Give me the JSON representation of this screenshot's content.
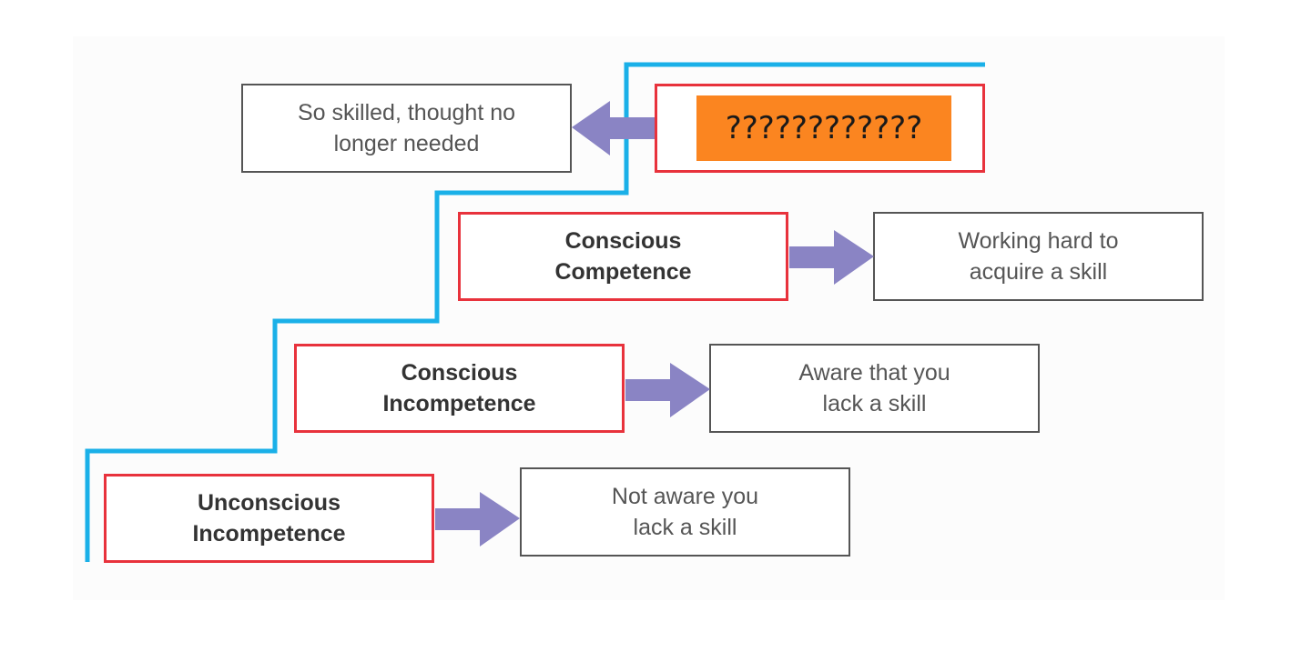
{
  "colors": {
    "stair_line": "#1ab0e8",
    "stage_border": "#e8323c",
    "desc_border": "#555555",
    "arrow": "#8a84c4",
    "mystery_fill": "#fb8520"
  },
  "stages": [
    {
      "line1": "Unconscious",
      "line2": "Incompetence"
    },
    {
      "line1": "Conscious",
      "line2": "Incompetence"
    },
    {
      "line1": "Conscious",
      "line2": "Competence"
    },
    {
      "label": "????????????"
    }
  ],
  "descriptions": [
    {
      "line1": "Not aware you",
      "line2": "lack a skill"
    },
    {
      "line1": "Aware that you",
      "line2": "lack a skill"
    },
    {
      "line1": "Working hard to",
      "line2": "acquire a skill"
    },
    {
      "line1": "So skilled, thought no",
      "line2": "longer needed"
    }
  ]
}
